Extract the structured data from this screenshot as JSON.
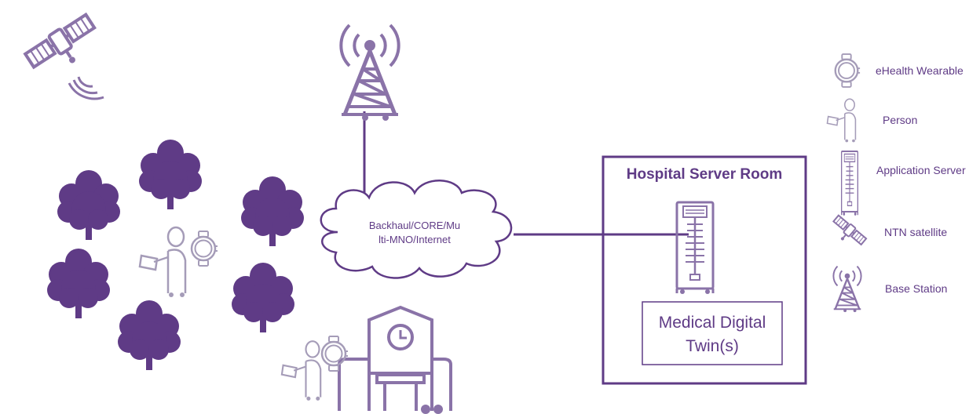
{
  "network": {
    "cloud_line1": "Backhaul/CORE/Mu",
    "cloud_line2": "lti-MNO/Internet"
  },
  "hospital": {
    "title": "Hospital Server Room",
    "twin_line1": "Medical Digital",
    "twin_line2": "Twin(s)"
  },
  "legend": {
    "wearable": "eHealth Wearable",
    "person": "Person",
    "server": "Application Server",
    "satellite": "NTN satellite",
    "base_station": "Base Station"
  },
  "colors": {
    "dark_purple": "#5f3b86",
    "light_purple": "#8a73a8",
    "line_gray": "#a59cb8"
  }
}
